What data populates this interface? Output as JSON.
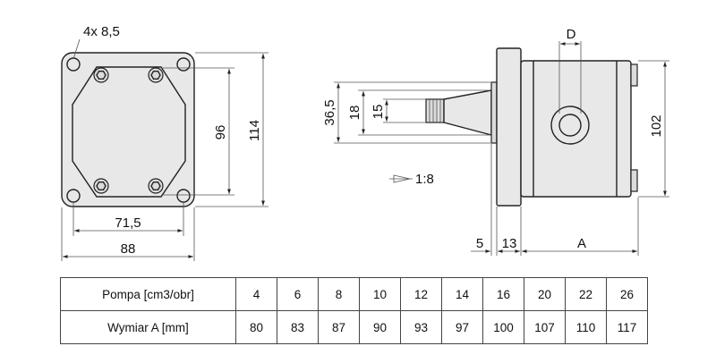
{
  "front_view": {
    "holes_label": "4x 8,5",
    "dim_96": "96",
    "dim_114": "114",
    "dim_71_5": "71,5",
    "dim_88": "88"
  },
  "side_view": {
    "dim_D": "D",
    "dim_36_5": "36,5",
    "dim_18": "18",
    "dim_15": "15",
    "taper": "1:8",
    "dim_102": "102",
    "dim_5": "5",
    "dim_13": "13",
    "dim_A": "A"
  },
  "table": {
    "row1_label": "Pompa [cm3/obr]",
    "row2_label": "Wymiar A [mm]",
    "pompa": [
      "4",
      "6",
      "8",
      "10",
      "12",
      "14",
      "16",
      "20",
      "22",
      "26"
    ],
    "wymiar": [
      "80",
      "83",
      "87",
      "90",
      "93",
      "97",
      "100",
      "107",
      "110",
      "117"
    ]
  }
}
